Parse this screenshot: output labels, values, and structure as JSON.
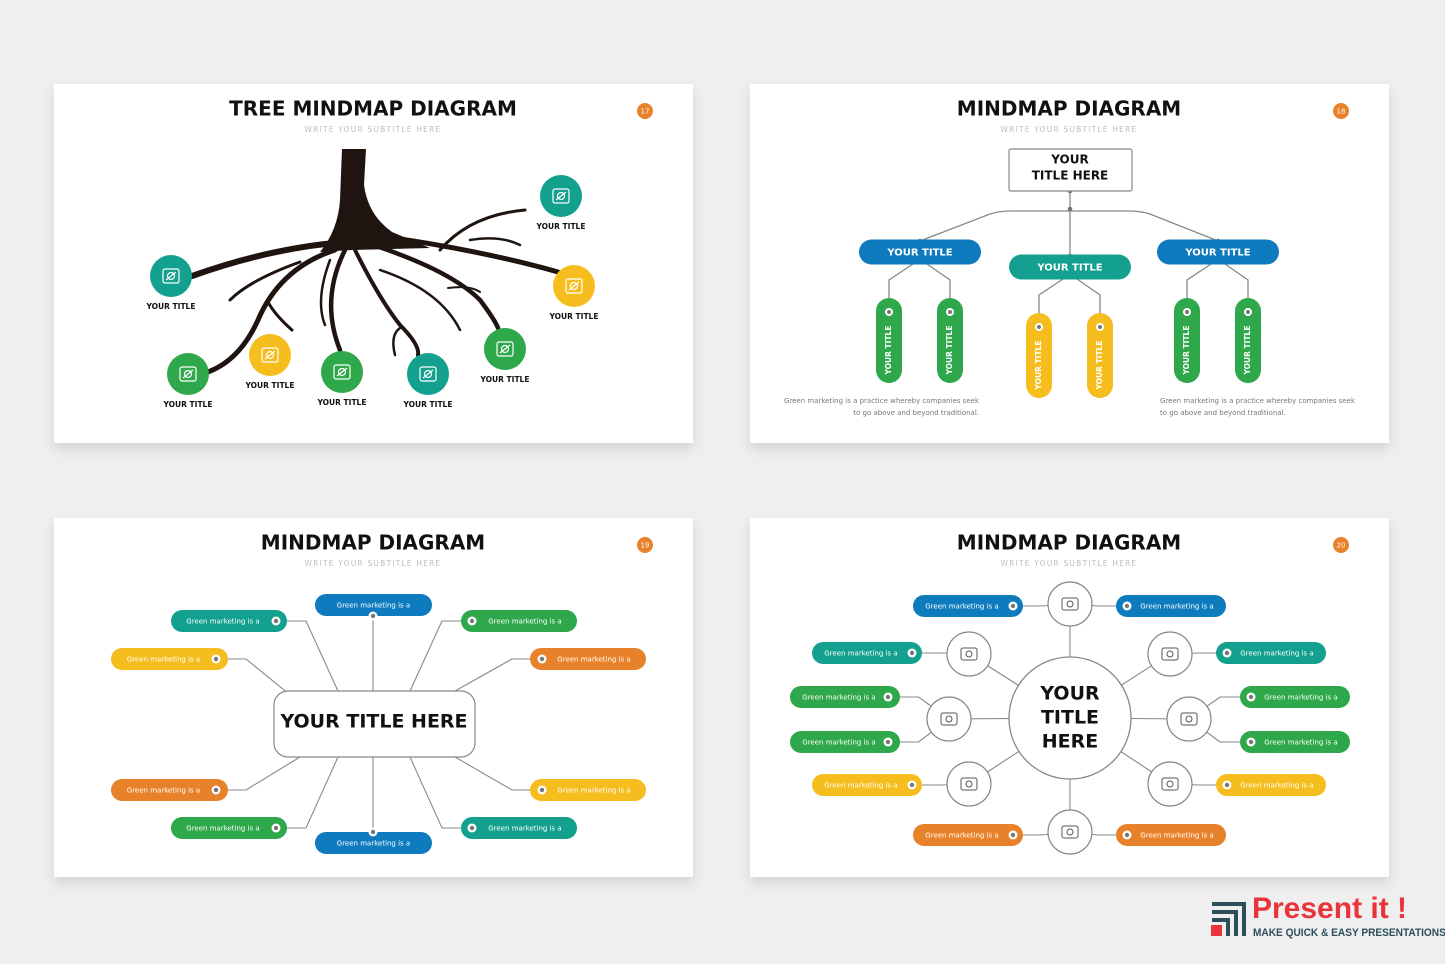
{
  "colors": {
    "teal": "#14a08f",
    "green": "#2ea84a",
    "yellow": "#f6bd1e",
    "blue": "#0f7bbf",
    "orange": "#e8822a",
    "badge": "#e8822a"
  },
  "slides": [
    {
      "title": "TREE MINDMAP DIAGRAM",
      "subtitle": "WRITE YOUR SUBTITLE HERE",
      "page": "17",
      "nodes": [
        {
          "label": "YOUR TITLE",
          "color": "teal",
          "icon": "user-settings-icon"
        },
        {
          "label": "YOUR TITLE",
          "color": "green",
          "icon": "palette-icon"
        },
        {
          "label": "YOUR TITLE",
          "color": "yellow",
          "icon": "target-icon"
        },
        {
          "label": "YOUR TITLE",
          "color": "green",
          "icon": "image-gallery-icon"
        },
        {
          "label": "YOUR TITLE",
          "color": "teal",
          "icon": "layout-icon"
        },
        {
          "label": "YOUR TITLE",
          "color": "green",
          "icon": "tools-icon"
        },
        {
          "label": "YOUR TITLE",
          "color": "yellow",
          "icon": "award-icon"
        },
        {
          "label": "YOUR TITLE",
          "color": "teal",
          "icon": "documents-icon"
        }
      ]
    },
    {
      "title": "MINDMAP DIAGRAM",
      "subtitle": "WRITE YOUR SUBTITLE HERE",
      "page": "18",
      "root": [
        "YOUR",
        "TITLE HERE"
      ],
      "branches": [
        {
          "label": "YOUR TITLE",
          "color": "blue",
          "leaves": [
            {
              "label": "YOUR TITLE",
              "color": "green"
            },
            {
              "label": "YOUR TITLE",
              "color": "green"
            }
          ]
        },
        {
          "label": "YOUR TITLE",
          "color": "teal",
          "leaves": [
            {
              "label": "YOUR TITLE",
              "color": "yellow"
            },
            {
              "label": "YOUR TITLE",
              "color": "yellow"
            }
          ]
        },
        {
          "label": "YOUR TITLE",
          "color": "blue",
          "leaves": [
            {
              "label": "YOUR TITLE",
              "color": "green"
            },
            {
              "label": "YOUR TITLE",
              "color": "green"
            }
          ]
        }
      ],
      "descriptions": [
        [
          "Green marketing is a practice whereby companies seek",
          "to go above and beyond traditional."
        ],
        [
          "Green marketing is a practice whereby companies seek",
          "to go above and beyond traditional."
        ]
      ]
    },
    {
      "title": "MINDMAP DIAGRAM",
      "subtitle": "WRITE YOUR SUBTITLE HERE",
      "page": "19",
      "root": "YOUR TITLE HERE",
      "items": [
        {
          "label": "Green marketing is a",
          "color": "teal"
        },
        {
          "label": "Green marketing is a",
          "color": "blue"
        },
        {
          "label": "Green marketing is a",
          "color": "green"
        },
        {
          "label": "Green marketing is a",
          "color": "yellow"
        },
        {
          "label": "Green marketing is a",
          "color": "orange"
        },
        {
          "label": "Green marketing is a",
          "color": "orange"
        },
        {
          "label": "Green marketing is a",
          "color": "yellow"
        },
        {
          "label": "Green marketing is a",
          "color": "green"
        },
        {
          "label": "Green marketing is a",
          "color": "blue"
        },
        {
          "label": "Green marketing is a",
          "color": "teal"
        }
      ]
    },
    {
      "title": "MINDMAP DIAGRAM",
      "subtitle": "WRITE YOUR SUBTITLE HERE",
      "page": "20",
      "root": [
        "YOUR",
        "TITLE",
        "HERE"
      ],
      "icons": [
        "football-icon",
        "building-icon",
        "globe-icon",
        "chart-board-icon",
        "graduation-cap-icon",
        "map-pin-icon",
        "hand-icon",
        "head-gear-icon"
      ],
      "items": [
        {
          "label": "Green marketing is a",
          "color": "blue"
        },
        {
          "label": "Green marketing is a",
          "color": "blue"
        },
        {
          "label": "Green marketing is a",
          "color": "teal"
        },
        {
          "label": "Green marketing is a",
          "color": "teal"
        },
        {
          "label": "Green marketing is a",
          "color": "green"
        },
        {
          "label": "Green marketing is a",
          "color": "green"
        },
        {
          "label": "Green marketing is a",
          "color": "green"
        },
        {
          "label": "Green marketing is a",
          "color": "green"
        },
        {
          "label": "Green marketing is a",
          "color": "yellow"
        },
        {
          "label": "Green marketing is a",
          "color": "yellow"
        },
        {
          "label": "Green marketing is a",
          "color": "orange"
        },
        {
          "label": "Green marketing is a",
          "color": "orange"
        }
      ]
    }
  ],
  "brand": {
    "name": "Present it !",
    "tagline": "MAKE QUICK & EASY PRESENTATIONS"
  }
}
